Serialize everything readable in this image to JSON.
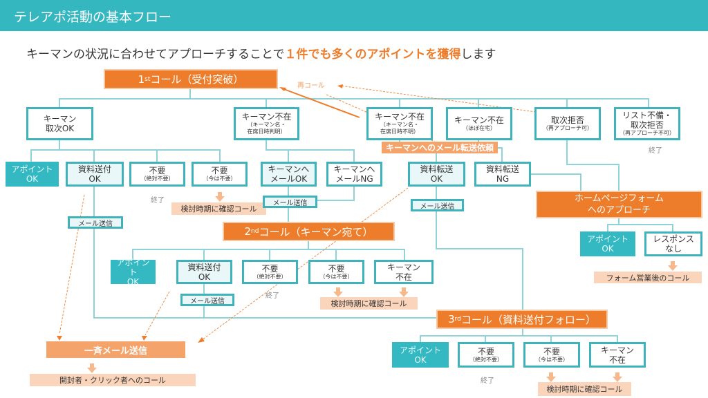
{
  "header": {
    "title": "テレアポ活動の基本フロー"
  },
  "subtitle": {
    "before": "キーマンの状況に合わせてアプローチすることで",
    "highlight": "１件でも多くのアポイントを獲得",
    "after": "します"
  },
  "colors": {
    "teal": "#35b7c0",
    "orange": "#ee7d2b",
    "light_orange": "#fbd5bb"
  },
  "call1": {
    "num": "1",
    "sup": "st",
    "label": "コール（受付突破）"
  },
  "call2": {
    "num": "2",
    "sup": "nd",
    "label": "コール（キーマン宛て）"
  },
  "call3": {
    "num": "3",
    "sup": "rd",
    "label": "コール（資料送付フォロー）"
  },
  "recall": "再コール",
  "row1": [
    {
      "l1": "キーマン",
      "l2": "取次OK"
    },
    {
      "l1": "キーマン不在",
      "l2": "（キーマン名・",
      "l3": "在席日時判明）"
    },
    {
      "l1": "キーマン不在",
      "l2": "（キーマン名・",
      "l3": "在席日時不明）"
    },
    {
      "l1": "キーマン不在",
      "l2": "（ほぼ在宅）"
    },
    {
      "l1": "取次拒否",
      "note": "（再アプローチ可）"
    },
    {
      "l1": "リスト不備・",
      "l2": "取次拒否",
      "note": "（再アプローチ不可）"
    }
  ],
  "mail_forward": "キーマンへのメール転送依頼",
  "row2": [
    {
      "l1": "アポイント",
      "l2": "OK"
    },
    {
      "l1": "資料送付",
      "l2": "OK"
    },
    {
      "l1": "不要",
      "note": "（絶対不要）"
    },
    {
      "l1": "不要",
      "note": "（今は不要）"
    },
    {
      "l1": "キーマンへ",
      "l2": "メールOK"
    },
    {
      "l1": "キーマンへ",
      "l2": "メールNG"
    },
    {
      "l1": "資料転送",
      "l2": "OK"
    },
    {
      "l1": "資料転送",
      "l2": "NG"
    }
  ],
  "hp_form": {
    "l1": "ホームページフォーム",
    "l2": "へのアプローチ"
  },
  "hp_children": [
    {
      "l1": "アポイント",
      "l2": "OK"
    },
    {
      "l1": "レスポンス",
      "l2": "なし"
    }
  ],
  "hp_result": "フォーム営業後のコール",
  "row3": [
    {
      "l1": "アポイント",
      "l2": "OK"
    },
    {
      "l1": "資料送付",
      "l2": "OK"
    },
    {
      "l1": "不要",
      "note": "（絶対不要）"
    },
    {
      "l1": "不要",
      "note": "（今は不要）"
    },
    {
      "l1": "キーマン",
      "l2": "不在"
    }
  ],
  "row4": [
    {
      "l1": "アポイント",
      "l2": "OK"
    },
    {
      "l1": "不要",
      "note": "（絶対不要）"
    },
    {
      "l1": "不要",
      "note": "（今は不要）"
    },
    {
      "l1": "キーマン",
      "l2": "不在"
    }
  ],
  "mail_send": "メール送信",
  "end": "終了",
  "confirm_call": "検討時期に確認コール",
  "bulk_mail": "一斉メール送信",
  "open_click_call": "開封者・クリック者へのコール"
}
